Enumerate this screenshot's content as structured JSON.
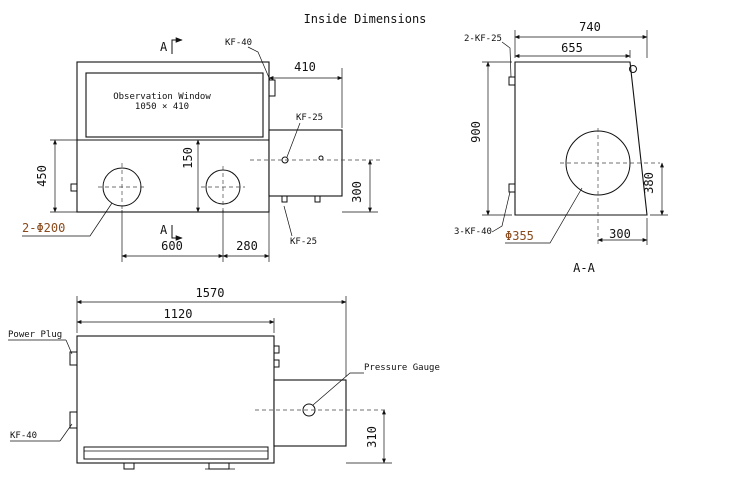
{
  "title": "Inside Dimensions",
  "colors": {
    "line": "#111111",
    "highlight_label": "#8a4a1c",
    "background": "#ffffff"
  },
  "front_view": {
    "section_marker_top": "A",
    "section_marker_bottom": "A",
    "window_label": "Observation Window",
    "window_size": "1050 × 410",
    "kf40_label": "KF-40",
    "kf25_top_label": "KF-25",
    "kf25_bottom_label": "KF-25",
    "glove_port_label": "2-Φ200",
    "dims": {
      "top_right": "410",
      "left_height": "450",
      "mid_height": "150",
      "right_height": "300",
      "bottom_left": "600",
      "bottom_right": "280"
    }
  },
  "section_view": {
    "title": "A-A",
    "top_label": "2-KF-25",
    "bottom_label": "3-KF-40",
    "port_label": "Φ355",
    "dims": {
      "overall_width": "740",
      "inner_width": "655",
      "height": "900",
      "port_height": "380",
      "port_offset": "300"
    }
  },
  "top_view": {
    "power_label": "Power Plug",
    "kf40_label": "KF-40",
    "gauge_label": "Pressure Gauge",
    "dims": {
      "overall_length": "1570",
      "body_length": "1120",
      "antechamber_height": "310"
    }
  }
}
